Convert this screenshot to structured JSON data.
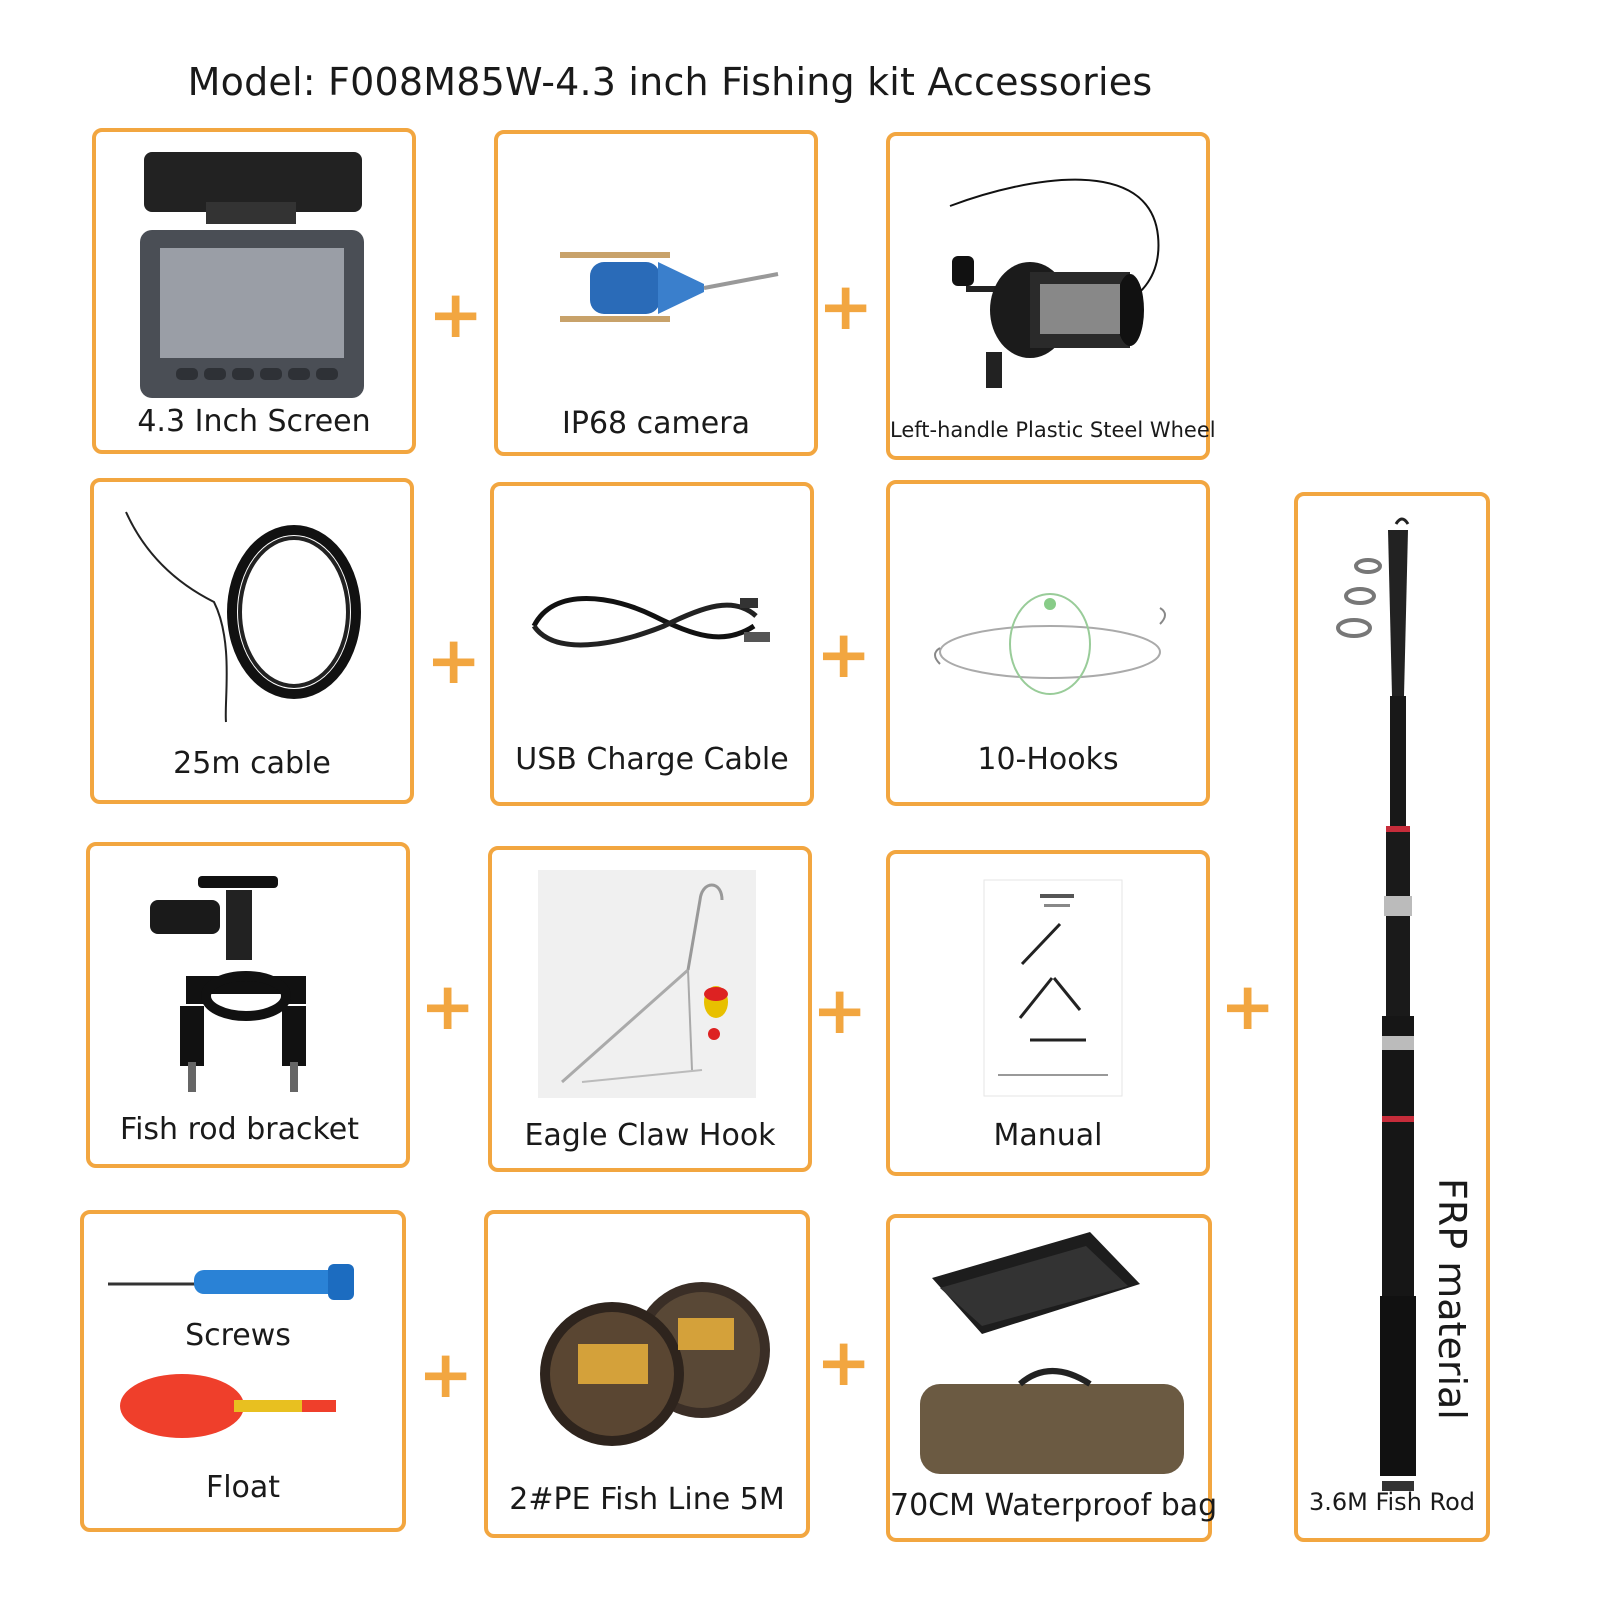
{
  "title": "Model: F008M85W-4.3 inch Fishing kit   Accessories",
  "items": {
    "screen": "4.3 Inch Screen",
    "camera": "IP68  camera",
    "reel": "Left-handle Plastic Steel Wheel",
    "cable": "25m  cable",
    "usb": "USB Charge Cable",
    "hooks": "10-Hooks",
    "bracket": "Fish rod bracket",
    "eagle": "Eagle Claw Hook",
    "manual": "Manual",
    "screws": "Screws",
    "float": "Float",
    "line": "2#PE Fish Line 5M",
    "bag": "70CM Waterproof bag",
    "rod": "3.6M Fish Rod",
    "rod_material": "FRP material"
  },
  "plus_symbol": "+",
  "colors": {
    "border": "#f2a640",
    "plus": "#f2a640"
  }
}
